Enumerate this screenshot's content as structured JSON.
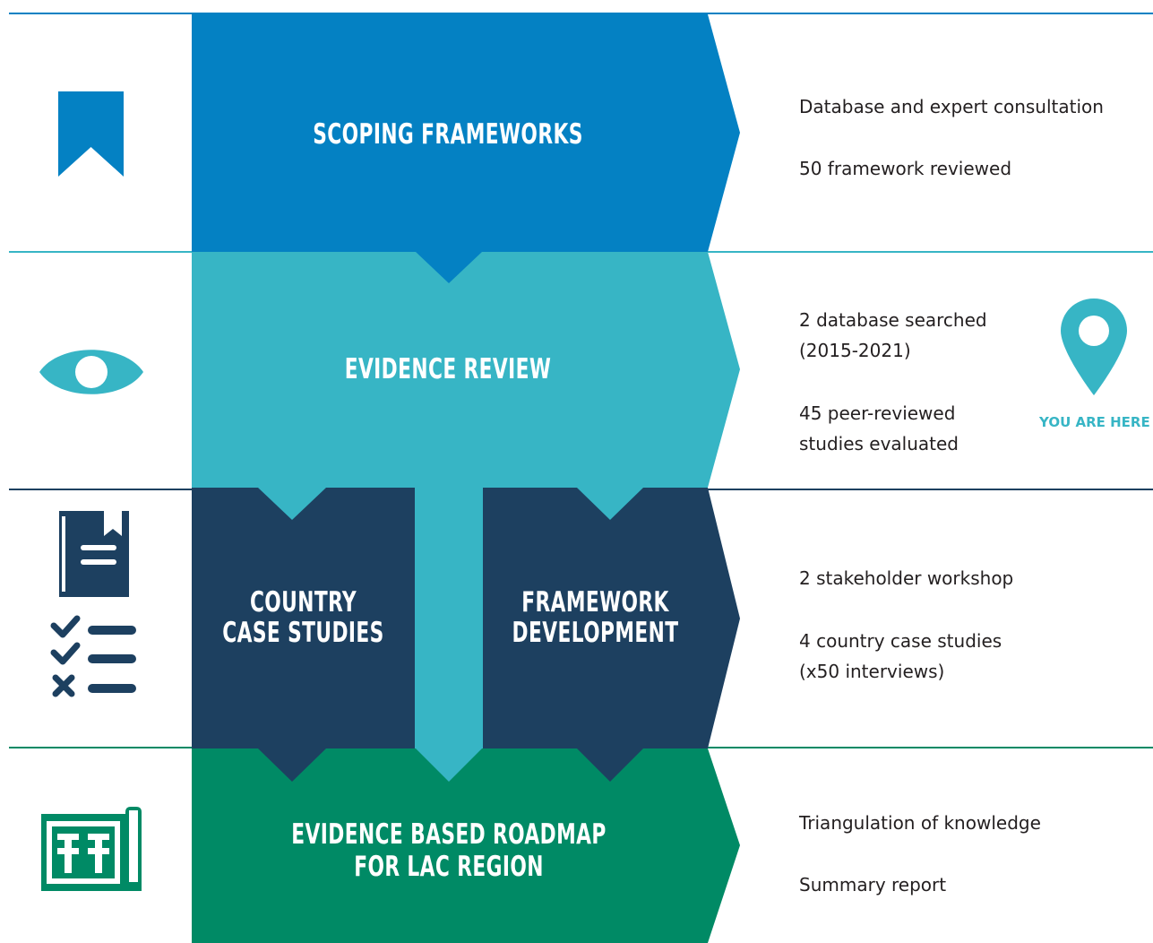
{
  "colors": {
    "scoping": "#0481c3",
    "evidence": "#37b5c5",
    "navy": "#1d4060",
    "green": "#008a65",
    "divider_blue": "#0481c3",
    "divider_teal": "#37b5c5",
    "divider_navy": "#1d4060",
    "divider_green": "#008a65"
  },
  "stages": {
    "scoping": {
      "title": "Scoping Frameworks",
      "icon": "bookmark-icon",
      "details": [
        "Database and expert consultation",
        "50 framework reviewed"
      ]
    },
    "evidence": {
      "title": "Evidence Review",
      "icon": "eye-icon",
      "details": [
        "2 database searched",
        "(2015-2021)",
        "45 peer-reviewed",
        "studies evaluated"
      ]
    },
    "case_studies": {
      "title_line1": "Country",
      "title_line2": "Case Studies",
      "icon": "document-checklist-icon"
    },
    "framework_dev": {
      "title_line1": "Framework",
      "title_line2": "Development"
    },
    "field_details": [
      "2 stakeholder workshop",
      "4 country case studies",
      "(x50 interviews)"
    ],
    "roadmap": {
      "title_line1": "Evidence Based Roadmap",
      "title_line2": "for LAC Region",
      "icon": "roadmap-icon",
      "details": [
        "Triangulation of knowledge",
        "Summary report"
      ]
    }
  },
  "marker": {
    "label": "YOU ARE HERE",
    "icon": "location-pin-icon"
  }
}
